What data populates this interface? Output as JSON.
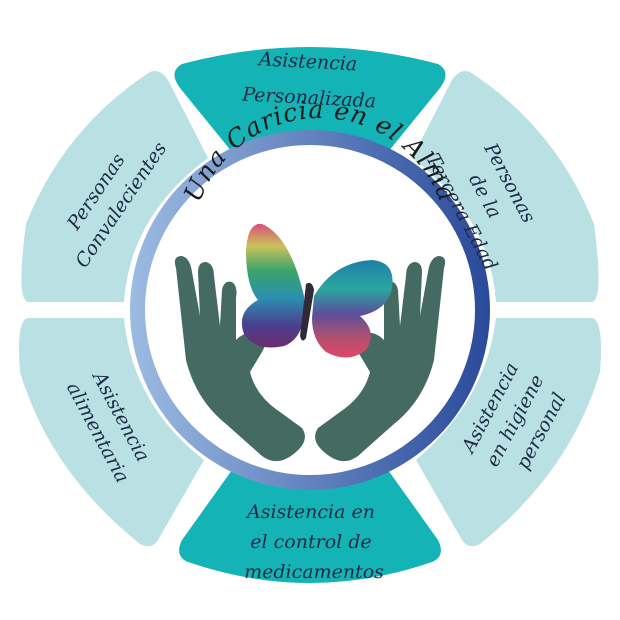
{
  "title": "Una Caricia en el Alma",
  "segments": {
    "top": [
      "Asistencia",
      "Personalizada"
    ],
    "upper_right": [
      "Personas",
      "de la",
      "Tercera Edad"
    ],
    "lower_right": [
      "Asistencia",
      "en higiene",
      "personal"
    ],
    "bottom": [
      "Asistencia en",
      "el control de",
      "medicamentos"
    ],
    "lower_left": [
      "Asistencia",
      "alimentaria"
    ],
    "upper_left": [
      "Personas",
      "Convalecientes"
    ]
  },
  "colors": {
    "teal": "#14b3b5",
    "light": "#b9e1e3",
    "ring_outer": "#27489a",
    "ring_inner": "#8fb0dc",
    "hands": "#456a61"
  },
  "icons": {
    "center": "butterfly-hands-icon"
  }
}
